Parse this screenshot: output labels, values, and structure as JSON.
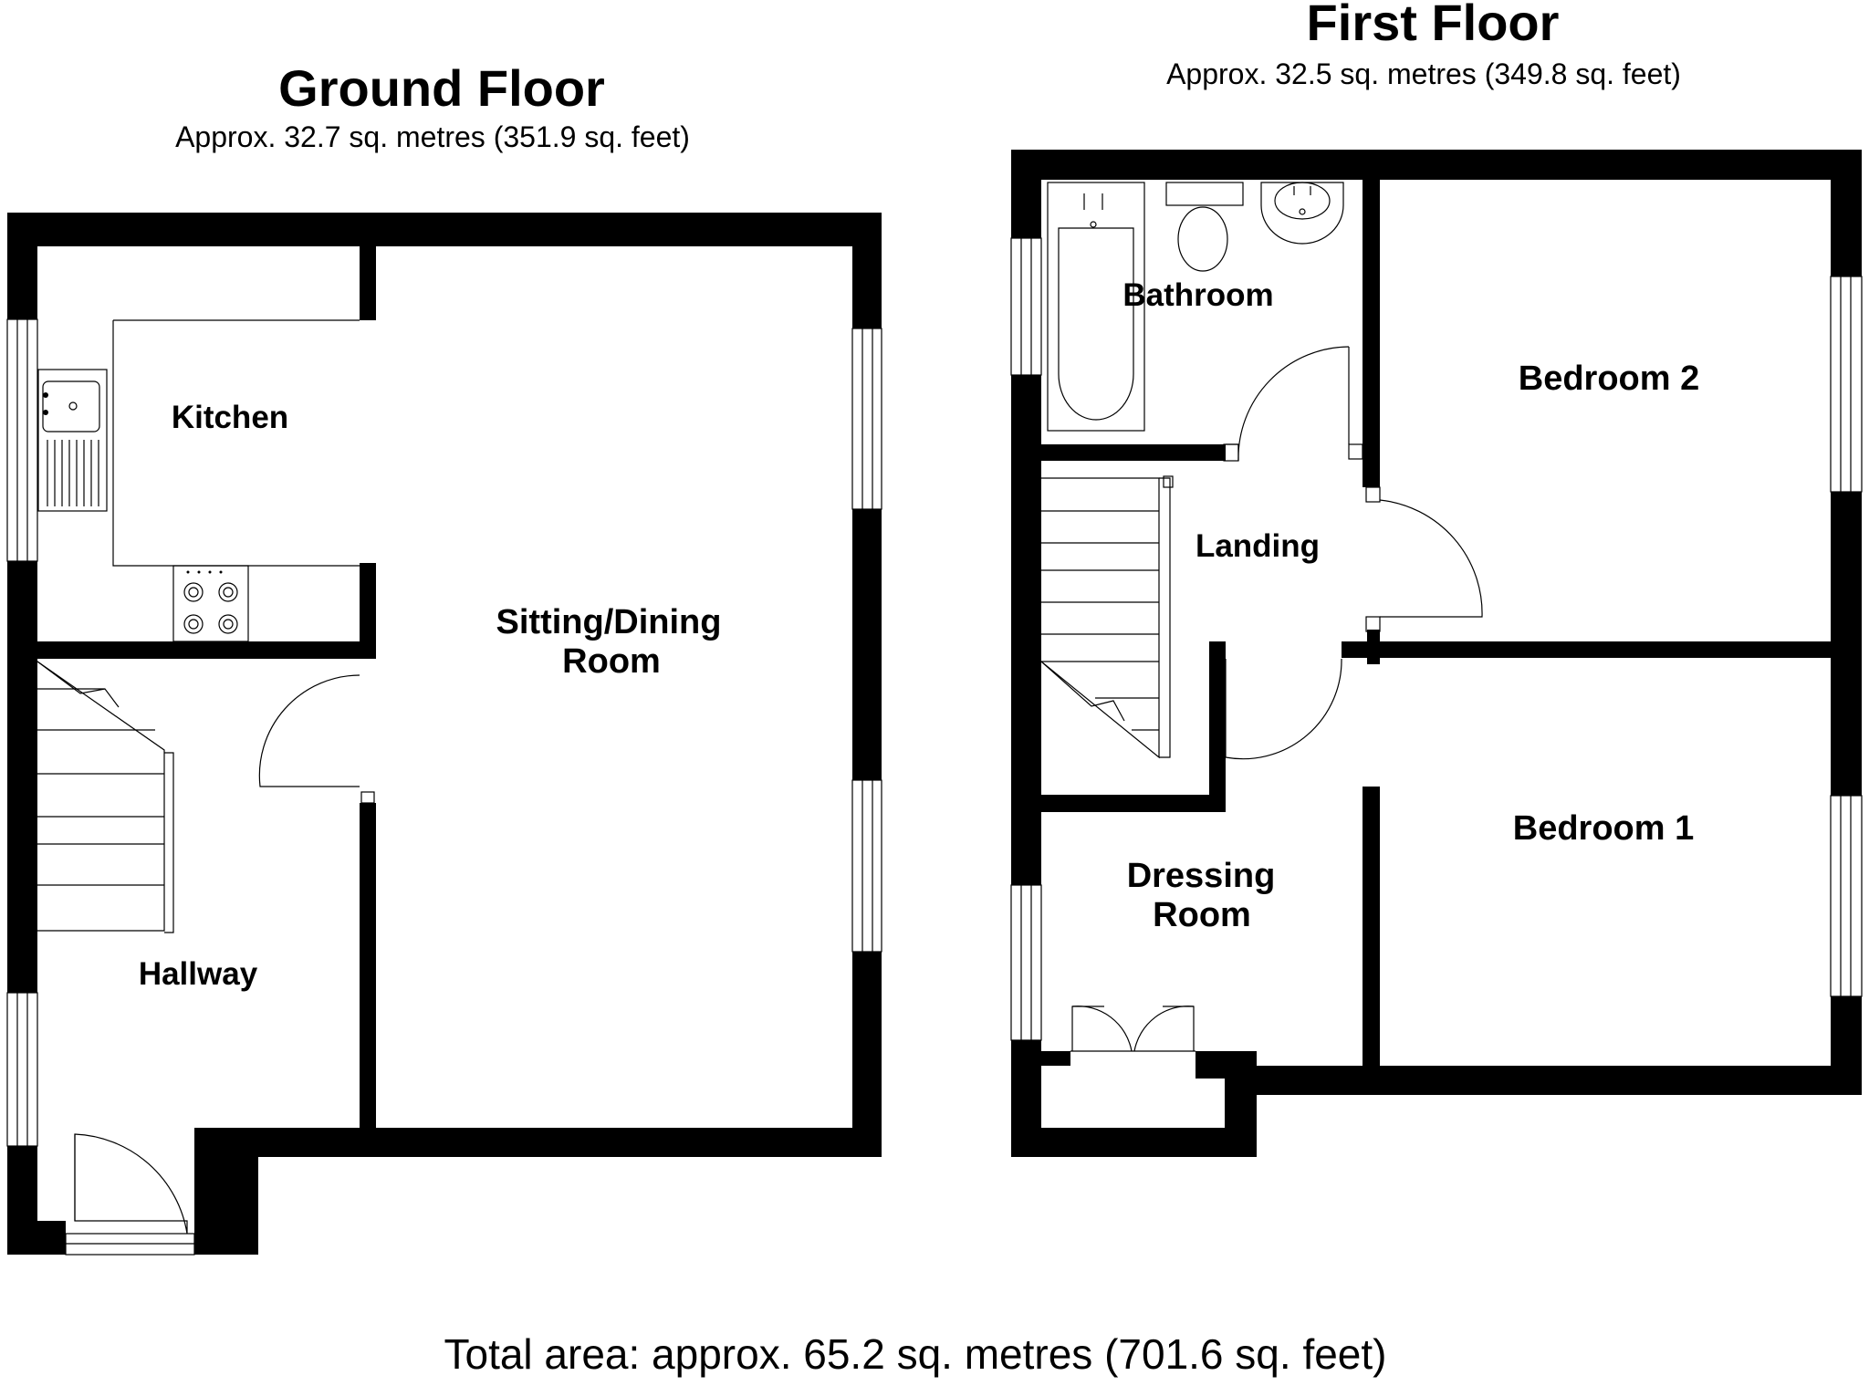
{
  "ground_floor": {
    "title": "Ground Floor",
    "area": "Approx. 32.7 sq. metres (351.9 sq. feet)",
    "rooms": {
      "kitchen": "Kitchen",
      "sitting_line1": "Sitting/Dining",
      "sitting_line2": "Room",
      "hallway": "Hallway"
    }
  },
  "first_floor": {
    "title": "First Floor",
    "area": "Approx. 32.5 sq. metres (349.8 sq. feet)",
    "rooms": {
      "bathroom": "Bathroom",
      "bedroom2": "Bedroom 2",
      "landing": "Landing",
      "bedroom1": "Bedroom 1",
      "dressing_line1": "Dressing",
      "dressing_line2": "Room"
    }
  },
  "total_area": "Total area: approx. 65.2 sq. metres (701.6 sq. feet)"
}
